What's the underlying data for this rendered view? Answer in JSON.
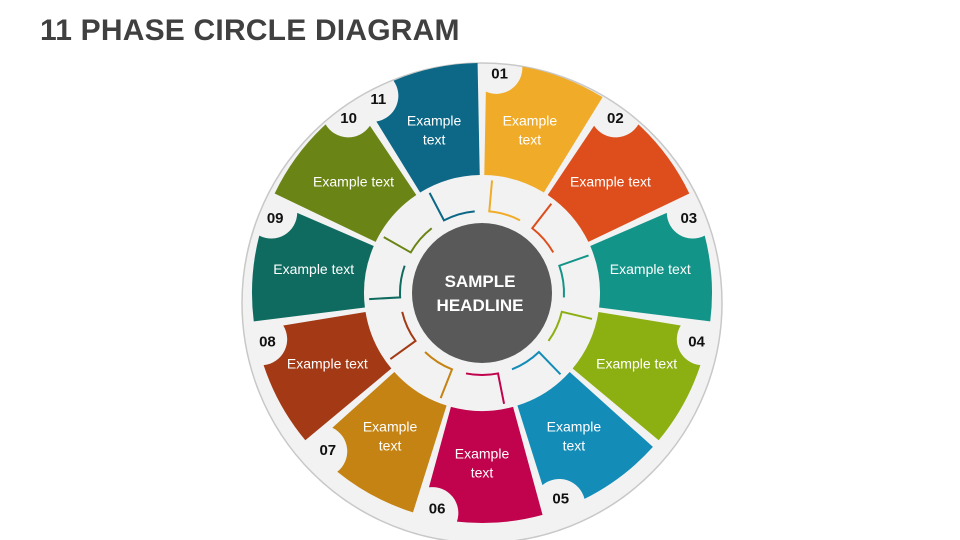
{
  "title": "11 PHASE CIRCLE DIAGRAM",
  "center": {
    "line1": "SAMPLE",
    "line2": "HEADLINE",
    "color": "#595959"
  },
  "colors": {
    "outer_ring": "#f2f2f2",
    "outer_ring_border": "#c8c8c8",
    "inner_ring": "#f2f2f2"
  },
  "segments": [
    {
      "number": "01",
      "lines": [
        "Example",
        "text"
      ],
      "color": "#f0ac29"
    },
    {
      "number": "02",
      "lines": [
        "Example text"
      ],
      "color": "#de4e1c"
    },
    {
      "number": "03",
      "lines": [
        "Example text"
      ],
      "color": "#139488"
    },
    {
      "number": "04",
      "lines": [
        "Example text"
      ],
      "color": "#8caf12"
    },
    {
      "number": "05",
      "lines": [
        "Example",
        "text"
      ],
      "color": "#138cb8"
    },
    {
      "number": "06",
      "lines": [
        "Example",
        "text"
      ],
      "color": "#c1024c"
    },
    {
      "number": "07",
      "lines": [
        "Example",
        "text"
      ],
      "color": "#c48312"
    },
    {
      "number": "08",
      "lines": [
        "Example text"
      ],
      "color": "#a33a15"
    },
    {
      "number": "09",
      "lines": [
        "Example text"
      ],
      "color": "#0f6b60"
    },
    {
      "number": "10",
      "lines": [
        "Example text"
      ],
      "color": "#6a8415"
    },
    {
      "number": "11",
      "lines": [
        "Example",
        "text"
      ],
      "color": "#0c6886"
    }
  ]
}
